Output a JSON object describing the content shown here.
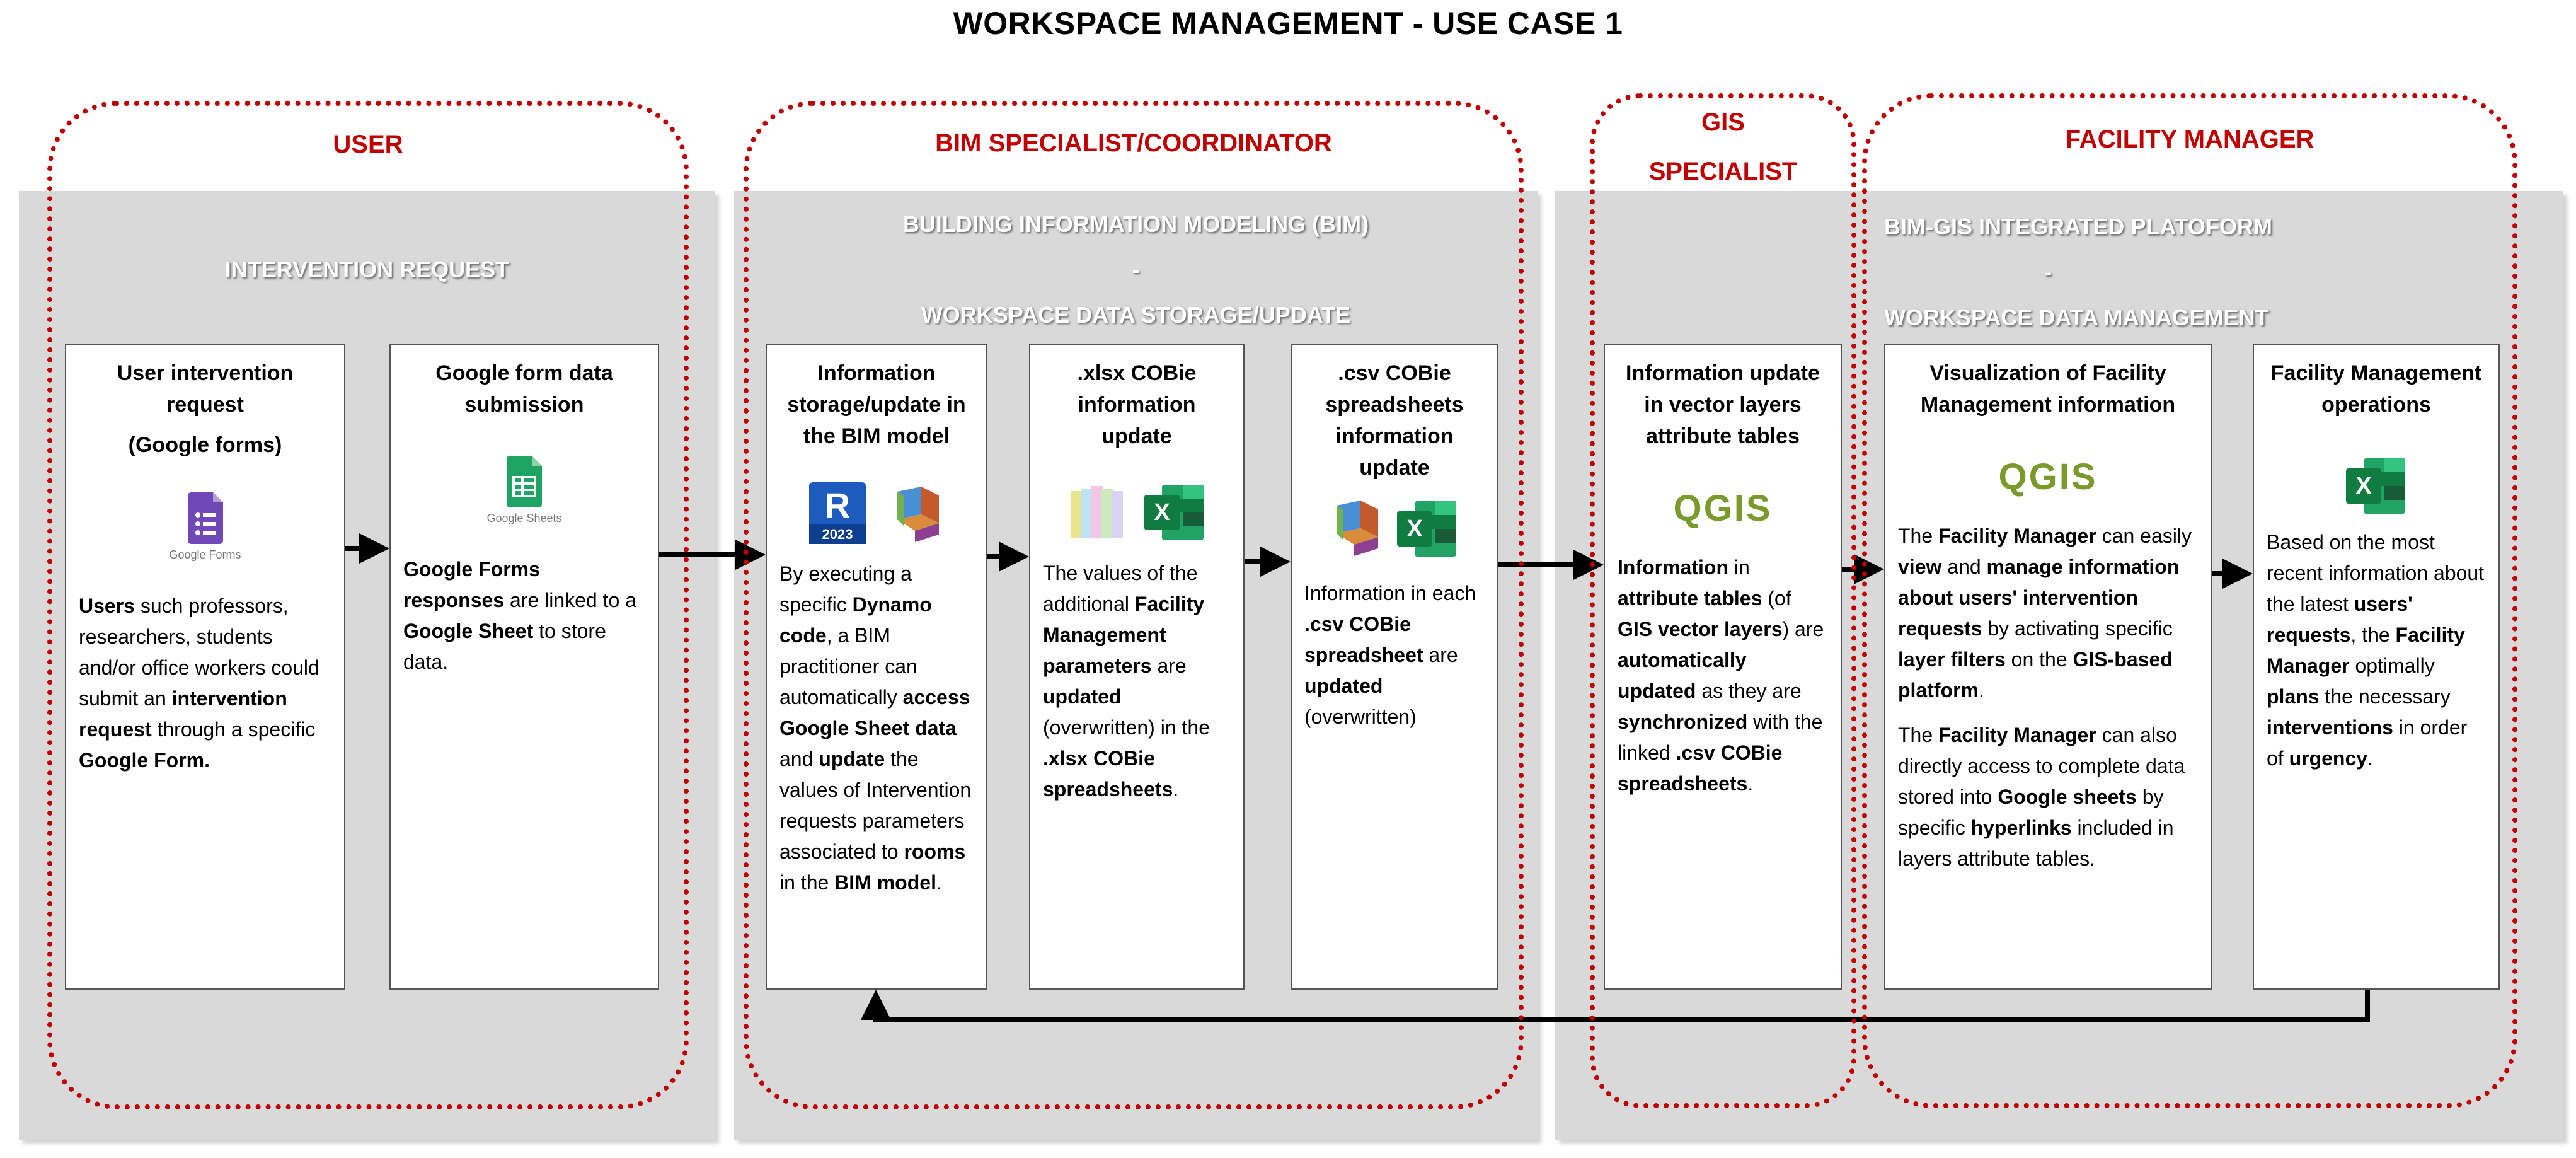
{
  "title": "WORKSPACE MANAGEMENT - USE CASE 1",
  "roles": {
    "user": "USER",
    "bim": "BIM SPECIALIST/COORDINATOR",
    "gis_line1": "GIS",
    "gis_line2": "SPECIALIST",
    "fm": "FACILITY MANAGER"
  },
  "panels": {
    "user": "INTERVENTION REQUEST",
    "bim_line1": "BUILDING INFORMATION MODELING (BIM)",
    "bim_line2": "-",
    "bim_line3": "WORKSPACE DATA STORAGE/UPDATE",
    "fm_line1": "BIM-GIS INTEGRATED PLATOFORM",
    "fm_line2": "-",
    "fm_line3": "WORKSPACE DATA MANAGEMENT"
  },
  "boxes": {
    "b1": {
      "title1": "User intervention request",
      "title2": "(Google forms)",
      "icon_caption": "Google Forms",
      "body": [
        "Users",
        " such professors, researchers, students and/or office workers could submit an ",
        "intervention request",
        " through a specific ",
        "Google Form."
      ]
    },
    "b2": {
      "title": "Google form data submission",
      "icon_caption": "Google Sheets",
      "body": [
        "Google Forms responses",
        " are linked to a ",
        "Google Sheet",
        " to store data."
      ]
    },
    "b3": {
      "title": "Information storage/update in the BIM model",
      "icon_caption": "2023",
      "body": [
        "By executing a specific ",
        "Dynamo code",
        ", a BIM practitioner can automatically ",
        "access Google Sheet data",
        " and ",
        "update",
        " the values of Intervention requests parameters associated to ",
        "rooms",
        " in the ",
        "BIM model",
        "."
      ]
    },
    "b4": {
      "title": ".xlsx COBie information update",
      "body": [
        "The values of the additional ",
        "Facility Management parameters",
        " are ",
        "updated",
        " (overwritten) in the ",
        ".xlsx COBie spreadsheets",
        "."
      ]
    },
    "b5": {
      "title": ".csv COBie spreadsheets information update",
      "body": [
        "Information in each ",
        ".csv COBie spreadsheet",
        " are ",
        "updated",
        " (overwritten)"
      ]
    },
    "b6": {
      "title": "Information update in vector layers attribute tables",
      "logo": "QGIS",
      "body": [
        "Information",
        " in ",
        "attribute tables",
        " (of ",
        "GIS vector layers",
        ") are ",
        "automatically updated",
        " as they are ",
        "synchronized",
        " with the linked ",
        ".csv COBie spreadsheets",
        "."
      ]
    },
    "b7": {
      "title": "Visualization of Facility Management information",
      "logo": "QGIS",
      "body": [
        "The ",
        "Facility Manager",
        " can easily ",
        "view",
        " and ",
        "manage information about users' intervention requests",
        " by activating specific ",
        "layer filters",
        " on the ",
        "GIS-based platform",
        "."
      ],
      "body2": [
        "The ",
        "Facility Manager",
        " can also directly access to complete data stored into ",
        "Google sheets",
        " by specific ",
        "hyperlinks",
        " included in layers attribute tables."
      ]
    },
    "b8": {
      "title": "Facility Management operations",
      "body": [
        "Based on the most recent information about the latest ",
        "users' requests",
        ", the ",
        "Facility Manager",
        " optimally ",
        "plans",
        " the necessary ",
        "interventions",
        " in order of ",
        "urgency",
        "."
      ]
    }
  },
  "icons": [
    "google-forms-icon",
    "google-sheets-icon",
    "revit-icon",
    "dynamo-icon",
    "cobie-spreadsheets-icon",
    "excel-icon",
    "qgis-logo",
    "arrow"
  ],
  "colors": {
    "role_border": "#c00000",
    "panel": "#d9d9d9",
    "qgis": "#7a9b2c",
    "excel": "#1d6f42",
    "forms": "#7248b9",
    "sheets": "#1fa463",
    "revit": "#1d5bbf"
  }
}
